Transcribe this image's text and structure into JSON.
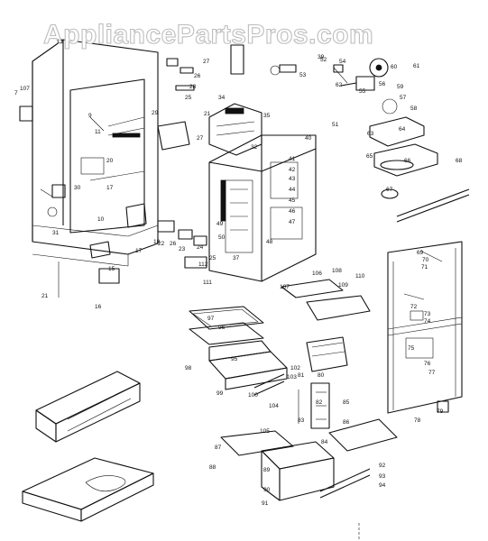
{
  "watermark": "AppliancePartsPros.com",
  "labels": [
    "13",
    "25",
    "11",
    "9",
    "20",
    "17",
    "10",
    "21",
    "15",
    "16",
    "17",
    "18",
    "27",
    "26",
    "7",
    "107",
    "31",
    "30",
    "29",
    "28",
    "21",
    "22",
    "23",
    "24",
    "25",
    "26",
    "27",
    "37",
    "34",
    "32",
    "35",
    "39",
    "40",
    "41",
    "42",
    "43",
    "44",
    "45",
    "46",
    "47",
    "48",
    "49",
    "50",
    "51",
    "52",
    "53",
    "54",
    "55",
    "56",
    "57",
    "58",
    "59",
    "60",
    "61",
    "62",
    "63",
    "64",
    "65",
    "66",
    "67",
    "68",
    "69",
    "70",
    "71",
    "72",
    "73",
    "74",
    "75",
    "76",
    "77",
    "78",
    "79",
    "80",
    "81",
    "82",
    "83",
    "84",
    "85",
    "86",
    "87",
    "88",
    "89",
    "90",
    "91",
    "92",
    "93",
    "94",
    "95",
    "96",
    "97",
    "98",
    "99",
    "100",
    "102",
    "103",
    "104",
    "105",
    "106",
    "107",
    "108",
    "109",
    "110",
    "111",
    "112"
  ]
}
